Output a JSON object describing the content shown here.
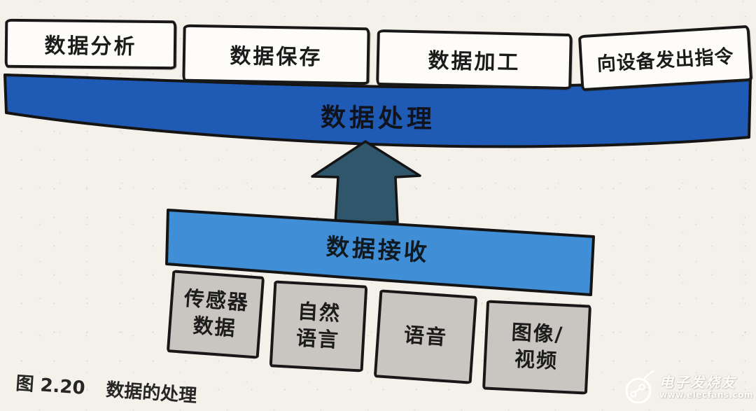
{
  "figure_caption": {
    "number": "图 2.20",
    "title": "数据的处理"
  },
  "output_boxes": [
    {
      "label": "数据分析"
    },
    {
      "label": "数据保存"
    },
    {
      "label": "数据加工"
    },
    {
      "label": "向设备发出指令"
    }
  ],
  "processing_banner": {
    "label": "数据处理"
  },
  "receiving_banner": {
    "label": "数据接收"
  },
  "input_boxes": [
    {
      "label": "传感器数据",
      "line1": "传感器",
      "line2": "数据"
    },
    {
      "label": "自然语言",
      "line1": "自然",
      "line2": "语言"
    },
    {
      "label": "语音",
      "line1": "语音",
      "line2": ""
    },
    {
      "label": "图像/视频",
      "line1": "图像/",
      "line2": "视频"
    }
  ],
  "icons": {
    "flow_arrow": "up-arrow",
    "watermark_logo": "elecfans-circuit-logo"
  },
  "watermark": {
    "site_name": "电子发烧友",
    "site_url": "www.elecfans.com"
  },
  "colors": {
    "processing_banner_blue": "#1f5ab5",
    "receiving_banner_blue": "#3f8ed6",
    "arrow_slate": "#2f566b",
    "input_box_gray": "#c9c5c0",
    "outline_black": "#181818",
    "page_background": "#f4f1ea"
  }
}
